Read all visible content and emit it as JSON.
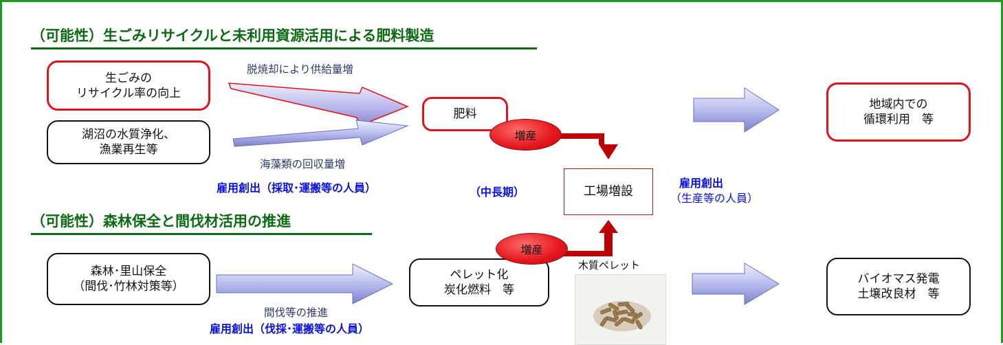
{
  "section1": {
    "title": "（可能性）生ごみリサイクルと未利用資源活用による肥料製造"
  },
  "section2": {
    "title": "（可能性）森林保全と間伐材活用の推進"
  },
  "boxes": {
    "food_waste": "生ごみの\nリサイクル率の向上",
    "lake": "湖沼の水質浄化、\n漁業再生等",
    "fertilizer": "肥料",
    "regional": "地域内での\n循環利用　等",
    "factory": "工場増設",
    "forest": "森林･里山保全\n（間伐･竹林対策等）",
    "pellet": "ペレット化\n炭化燃料　等",
    "biomass": "バイオマス発電\n土壌改良材　等"
  },
  "badges": {
    "increase1": "増産",
    "increase2": "増産"
  },
  "labels": {
    "supply_increase": "脱焼却により供給量増",
    "seaweed": "海藻類の回収量増",
    "employment_collection": "雇用創出（採取･運搬等の人員）",
    "mid_long_term": "（中長期）",
    "employment": "雇用創出",
    "production_staff": "（生産等の人員）",
    "thinning": "間伐等の推進",
    "employment_logging": "雇用創出（伐採･運搬等の人員）",
    "wood_pellet": "木質ペレット"
  },
  "colors": {
    "title_green": "#0b6b12",
    "frame_green": "#1f9a1f",
    "red_border": "#e0131b",
    "arrow_dark_red": "#c00000",
    "blue_text": "#0a12e8",
    "arrow_lavender": "#c8cbf0"
  },
  "icons": {
    "pellet_photo": "wood-pellet-photo"
  }
}
